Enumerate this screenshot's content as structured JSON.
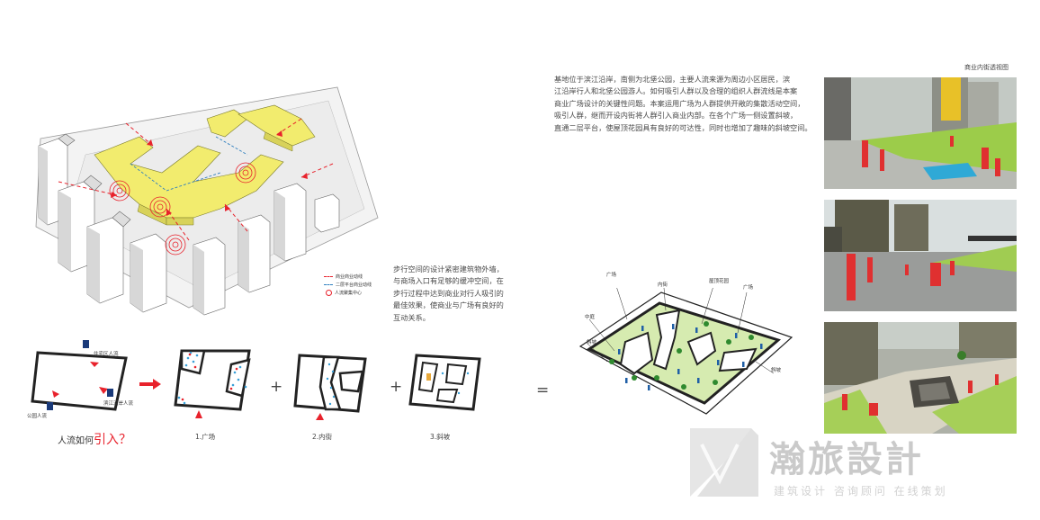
{
  "masterplan": {
    "legend": [
      "商业商业动线",
      "二层平台商业动线",
      "人流聚集中心"
    ]
  },
  "description_left": "步行空间的设计紧密建筑物外墙，\n与商场入口有足够的缓冲空间，在\n步行过程中达到商业对行人吸引的\n最佳效果，使商业与广场有良好的\n互动关系。",
  "description_right": "基地位于滨江沿岸，南侧为北堡公园，主要人流来源为周边小区居民，滨\n江沿岸行人和北堡公园游人。如何吸引人群以及合理的组织人群流线是本案\n商业广场设计的关键性问题。本案运用广场为人群提供开敞的集散活动空间，\n吸引人群，继而开设内街将人群引入商业内部。在各个广场一侧设置斜坡，\n直通二层平台，使屋顶花园具有良好的可达性，同时也增加了趣味的斜坡空间。",
  "diagrams": {
    "labels": {
      "residential": "住宅区人流",
      "riverside": "滨江沿岸人流",
      "park": "公园人流"
    },
    "question_prefix": "人流如何",
    "question_emph": "引入？",
    "captions": [
      "1.广场",
      "2.内街",
      "3.斜坡"
    ],
    "plus": "+",
    "equals": "="
  },
  "result_plan": {
    "labels": [
      "广场",
      "内街",
      "屋顶花园",
      "广场",
      "中庭",
      "斜坡",
      "斜坡"
    ]
  },
  "perspective": {
    "title": "商业内街透视图"
  },
  "watermark": {
    "title": "瀚旅設計",
    "subtitle": "建筑设计   咨询顾问   在线策划"
  },
  "colors": {
    "yellow": "#f2ec6e",
    "green": "#d6ebb0",
    "red": "#e8222c",
    "blue": "#2e7fbf"
  }
}
